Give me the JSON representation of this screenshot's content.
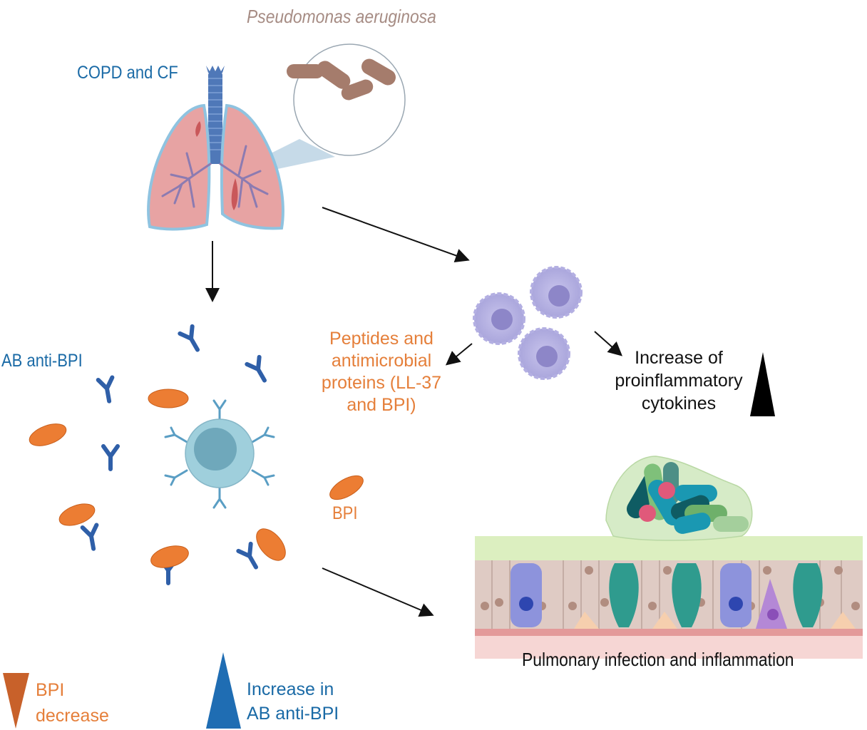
{
  "figure": {
    "pathogen_label": "Pseudomonas aeruginosa",
    "disease_label": "COPD and CF",
    "antibody_label": "AB anti-BPI",
    "peptides_label": [
      "Peptides and",
      "antimicrobial",
      "proteins (LL-37",
      "and BPI)"
    ],
    "cytokines_label": [
      "Increase of",
      "proinflammatory",
      "cytokines"
    ],
    "bpi_label": "BPI",
    "outcome_label": "Pulmonary infection and inflammation",
    "legend": [
      {
        "symbol": "down-triangle",
        "color": "#c8612a",
        "lines": [
          "BPI",
          "decrease"
        ]
      },
      {
        "symbol": "up-triangle",
        "color": "#1f6db3",
        "lines": [
          "Increase in",
          "AB anti-BPI"
        ]
      }
    ],
    "colors": {
      "blue_text": "#1a6aa6",
      "orange_text": "#e57f3a",
      "bacteria": "#a57c6c",
      "bpi_particle": "#ec7d33",
      "antibody": "#2f5fa8",
      "b_cell": "#9fcfdc",
      "macrophage": "#b7b3e0"
    }
  }
}
